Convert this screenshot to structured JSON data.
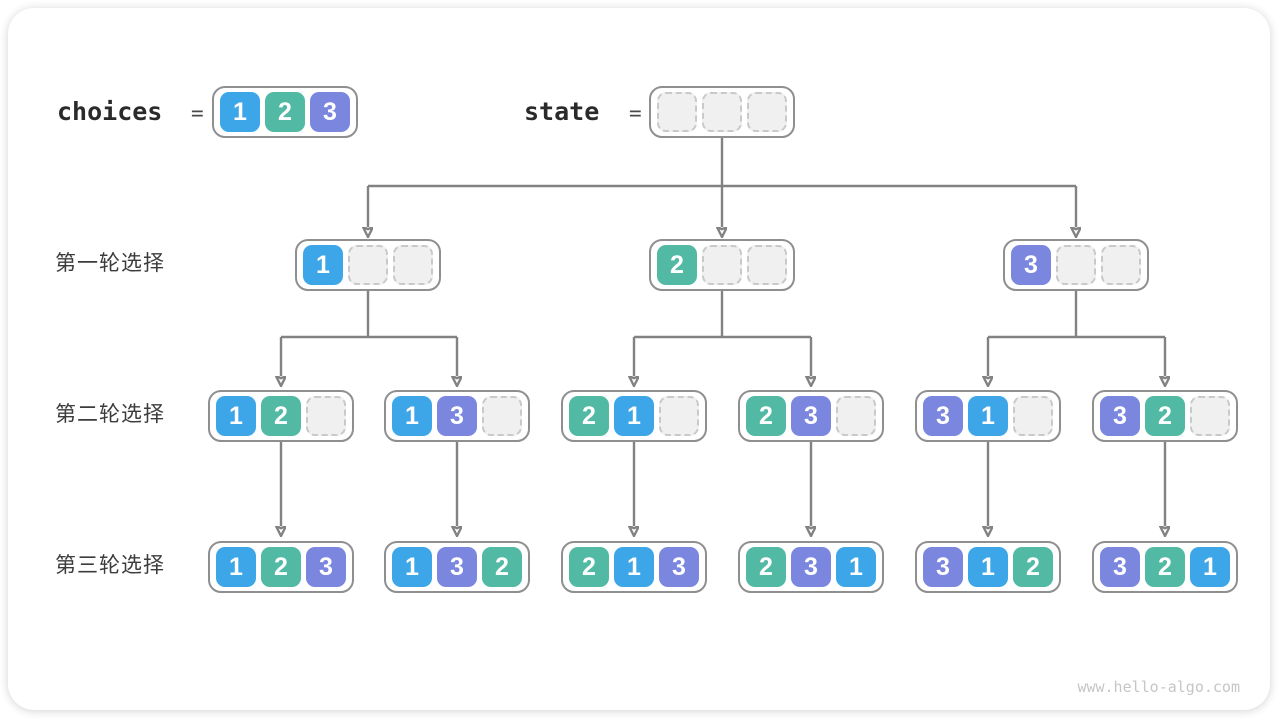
{
  "colors": {
    "c1": "#3DA6E8",
    "c2": "#52B9A5",
    "c3": "#7B86DF",
    "line": "#828282",
    "node_border": "#8F8F8F",
    "empty_fill": "#F0F0F0",
    "empty_border": "#C9C9C9",
    "label": "#3C3C3C",
    "text": "#2A2A2A",
    "watermark": "#C6C6C6"
  },
  "legend": {
    "choices": {
      "label": "choices",
      "equals": "=",
      "cells": [
        "1",
        "2",
        "3"
      ]
    },
    "state": {
      "label": "state",
      "equals": "=",
      "cells": [
        "",
        "",
        ""
      ]
    }
  },
  "rows": [
    {
      "label": "第一轮选择",
      "nodes": [
        [
          "1",
          "",
          ""
        ],
        [
          "2",
          "",
          ""
        ],
        [
          "3",
          "",
          ""
        ]
      ]
    },
    {
      "label": "第二轮选择",
      "nodes": [
        [
          "1",
          "2",
          ""
        ],
        [
          "1",
          "3",
          ""
        ],
        [
          "2",
          "1",
          ""
        ],
        [
          "2",
          "3",
          ""
        ],
        [
          "3",
          "1",
          ""
        ],
        [
          "3",
          "2",
          ""
        ]
      ]
    },
    {
      "label": "第三轮选择",
      "nodes": [
        [
          "1",
          "2",
          "3"
        ],
        [
          "1",
          "3",
          "2"
        ],
        [
          "2",
          "1",
          "3"
        ],
        [
          "2",
          "3",
          "1"
        ],
        [
          "3",
          "1",
          "2"
        ],
        [
          "3",
          "2",
          "1"
        ]
      ]
    }
  ],
  "watermark_text": "www.hello-algo.com"
}
